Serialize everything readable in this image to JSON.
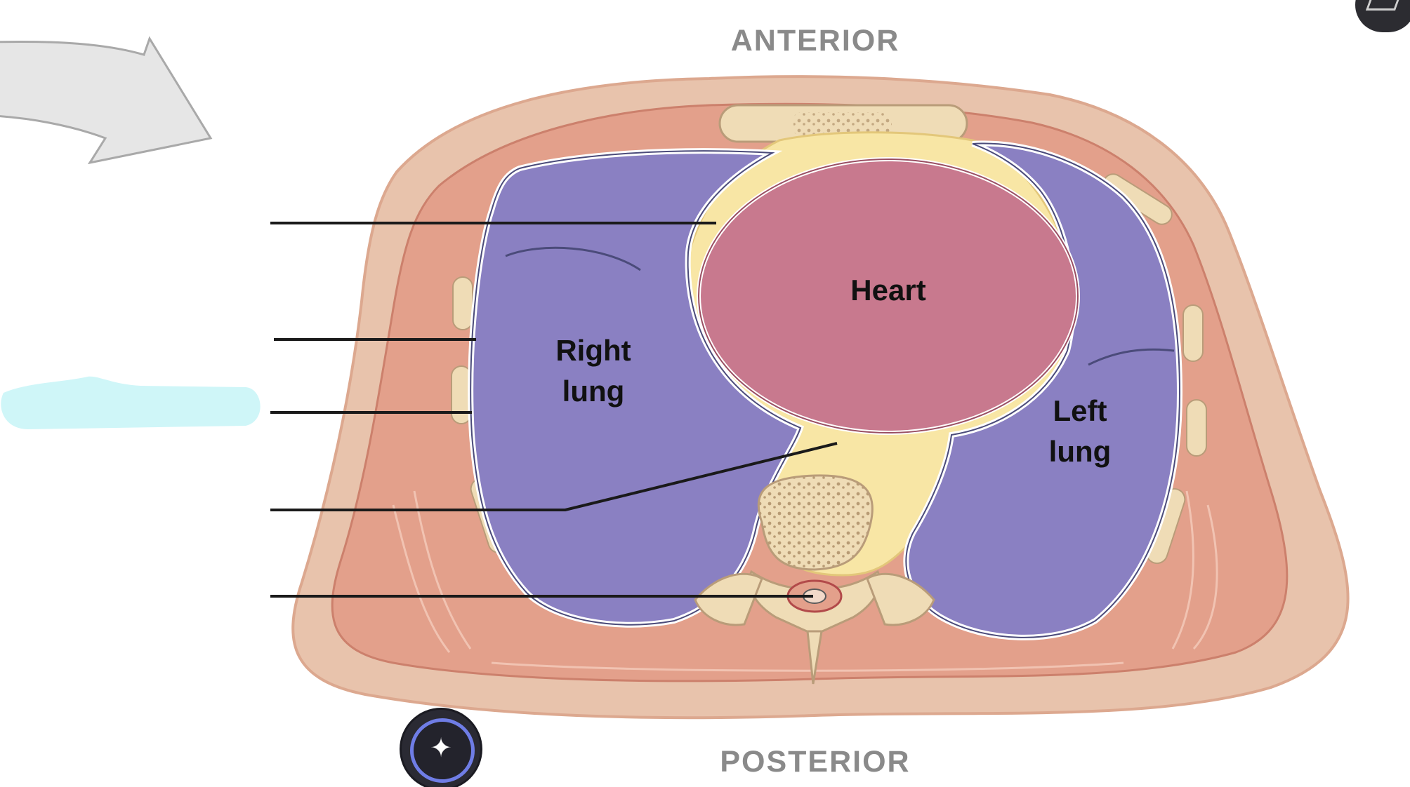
{
  "labels": {
    "anterior": "ANTERIOR",
    "posterior": "POSTERIOR",
    "heart": "Heart",
    "right_lung_line1": "Right",
    "right_lung_line2": "lung",
    "left_lung_line1": "Left",
    "left_lung_line2": "lung"
  },
  "leader_lines_count_blank": 5,
  "icons": {
    "ai_button": "sparkle-icon",
    "layers_button": "layers-icon",
    "arrow": "arrow-right-icon"
  },
  "colors": {
    "lung": "#8a80c2",
    "heart": "#c8798e",
    "mediastinum": "#f8e6a5",
    "bone": "#efdcb6",
    "muscle": "#e3a08b",
    "skin": "#e8c3ac",
    "highlight": "#cff6f8"
  }
}
